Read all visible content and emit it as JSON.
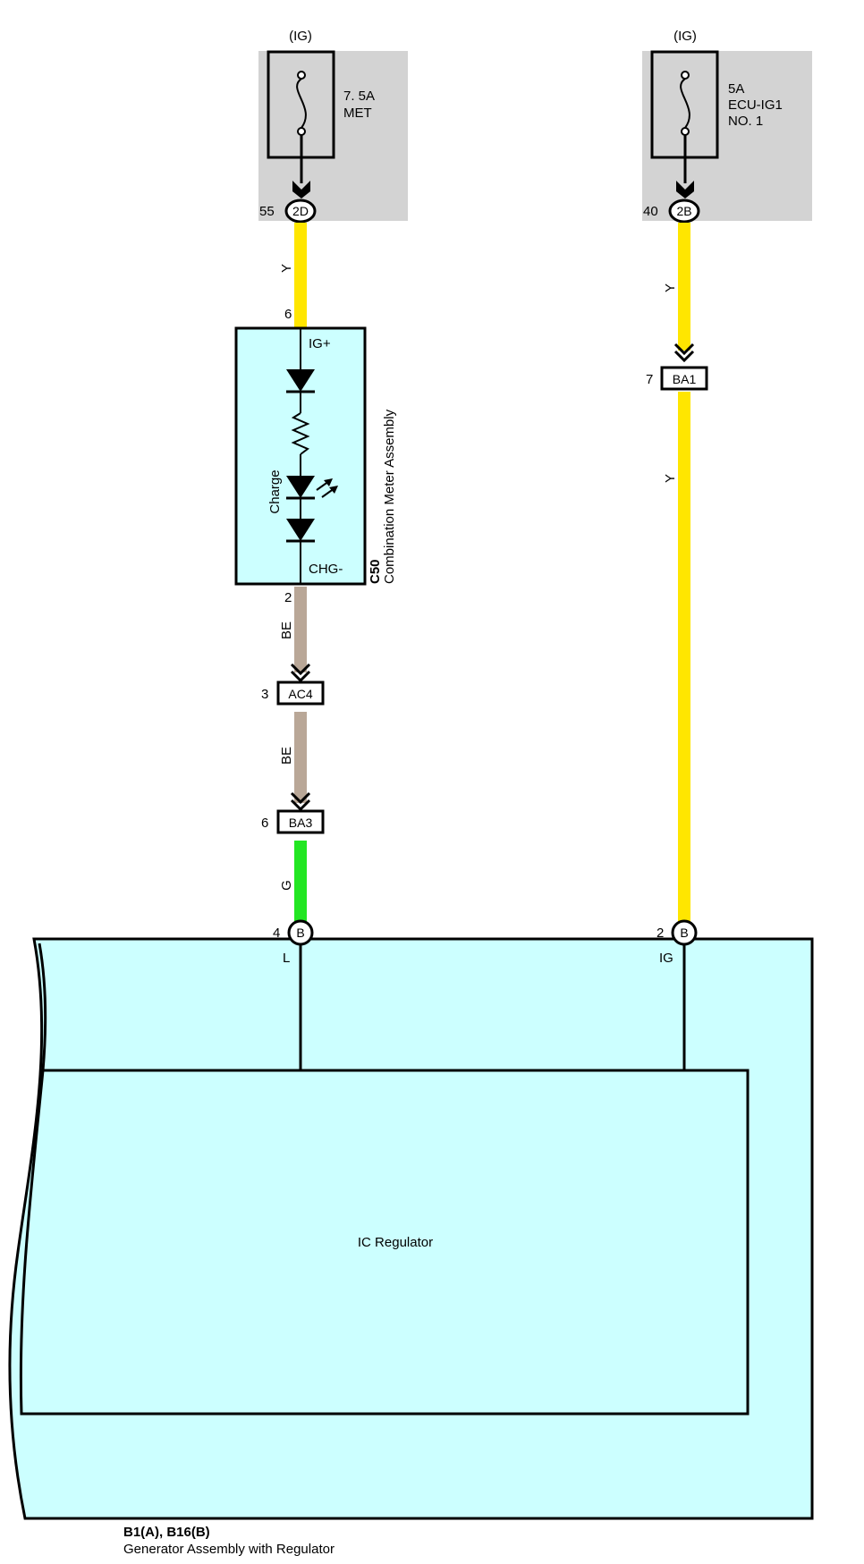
{
  "fuses": {
    "left": {
      "supply": "(IG)",
      "rating": "7. 5A",
      "name_line1": "MET",
      "name_line2": "",
      "pin": "55",
      "connector": "2D"
    },
    "right": {
      "supply": "(IG)",
      "rating": "5A",
      "name_line1": "ECU-IG1",
      "name_line2": "NO. 1",
      "pin": "40",
      "connector": "2B"
    }
  },
  "wires": {
    "left_top": {
      "color_code": "Y",
      "color": "#ffe600"
    },
    "left_mid1": {
      "color_code": "BE",
      "color": "#b9a797"
    },
    "left_mid2": {
      "color_code": "BE",
      "color": "#b9a797"
    },
    "left_bot": {
      "color_code": "G",
      "color": "#22e622"
    },
    "right_top": {
      "color_code": "Y",
      "color": "#ffe600"
    },
    "right_bot": {
      "color_code": "Y",
      "color": "#ffe600"
    }
  },
  "meter": {
    "pin_in": "6",
    "terminal_in": "IG+",
    "lamp_label": "Charge",
    "terminal_out": "CHG-",
    "pin_out": "2",
    "code": "C50",
    "name": "Combination Meter Assembly",
    "fill": "#ccffff"
  },
  "connectors": {
    "ac4": {
      "pin": "3",
      "name": "AC4"
    },
    "ba3": {
      "pin": "6",
      "name": "BA3"
    },
    "ba1": {
      "pin": "7",
      "name": "BA1"
    }
  },
  "generator": {
    "pin_l": "4",
    "conn_l": "B",
    "terminal_l": "L",
    "pin_ig": "2",
    "conn_ig": "B",
    "terminal_ig": "IG",
    "regulator_label": "IC Regulator",
    "code": "B1(A), B16(B)",
    "name": "Generator Assembly with Regulator",
    "fill": "#ccffff"
  },
  "colors": {
    "fuse_box": "#d3d3d3",
    "outline": "#000000"
  }
}
